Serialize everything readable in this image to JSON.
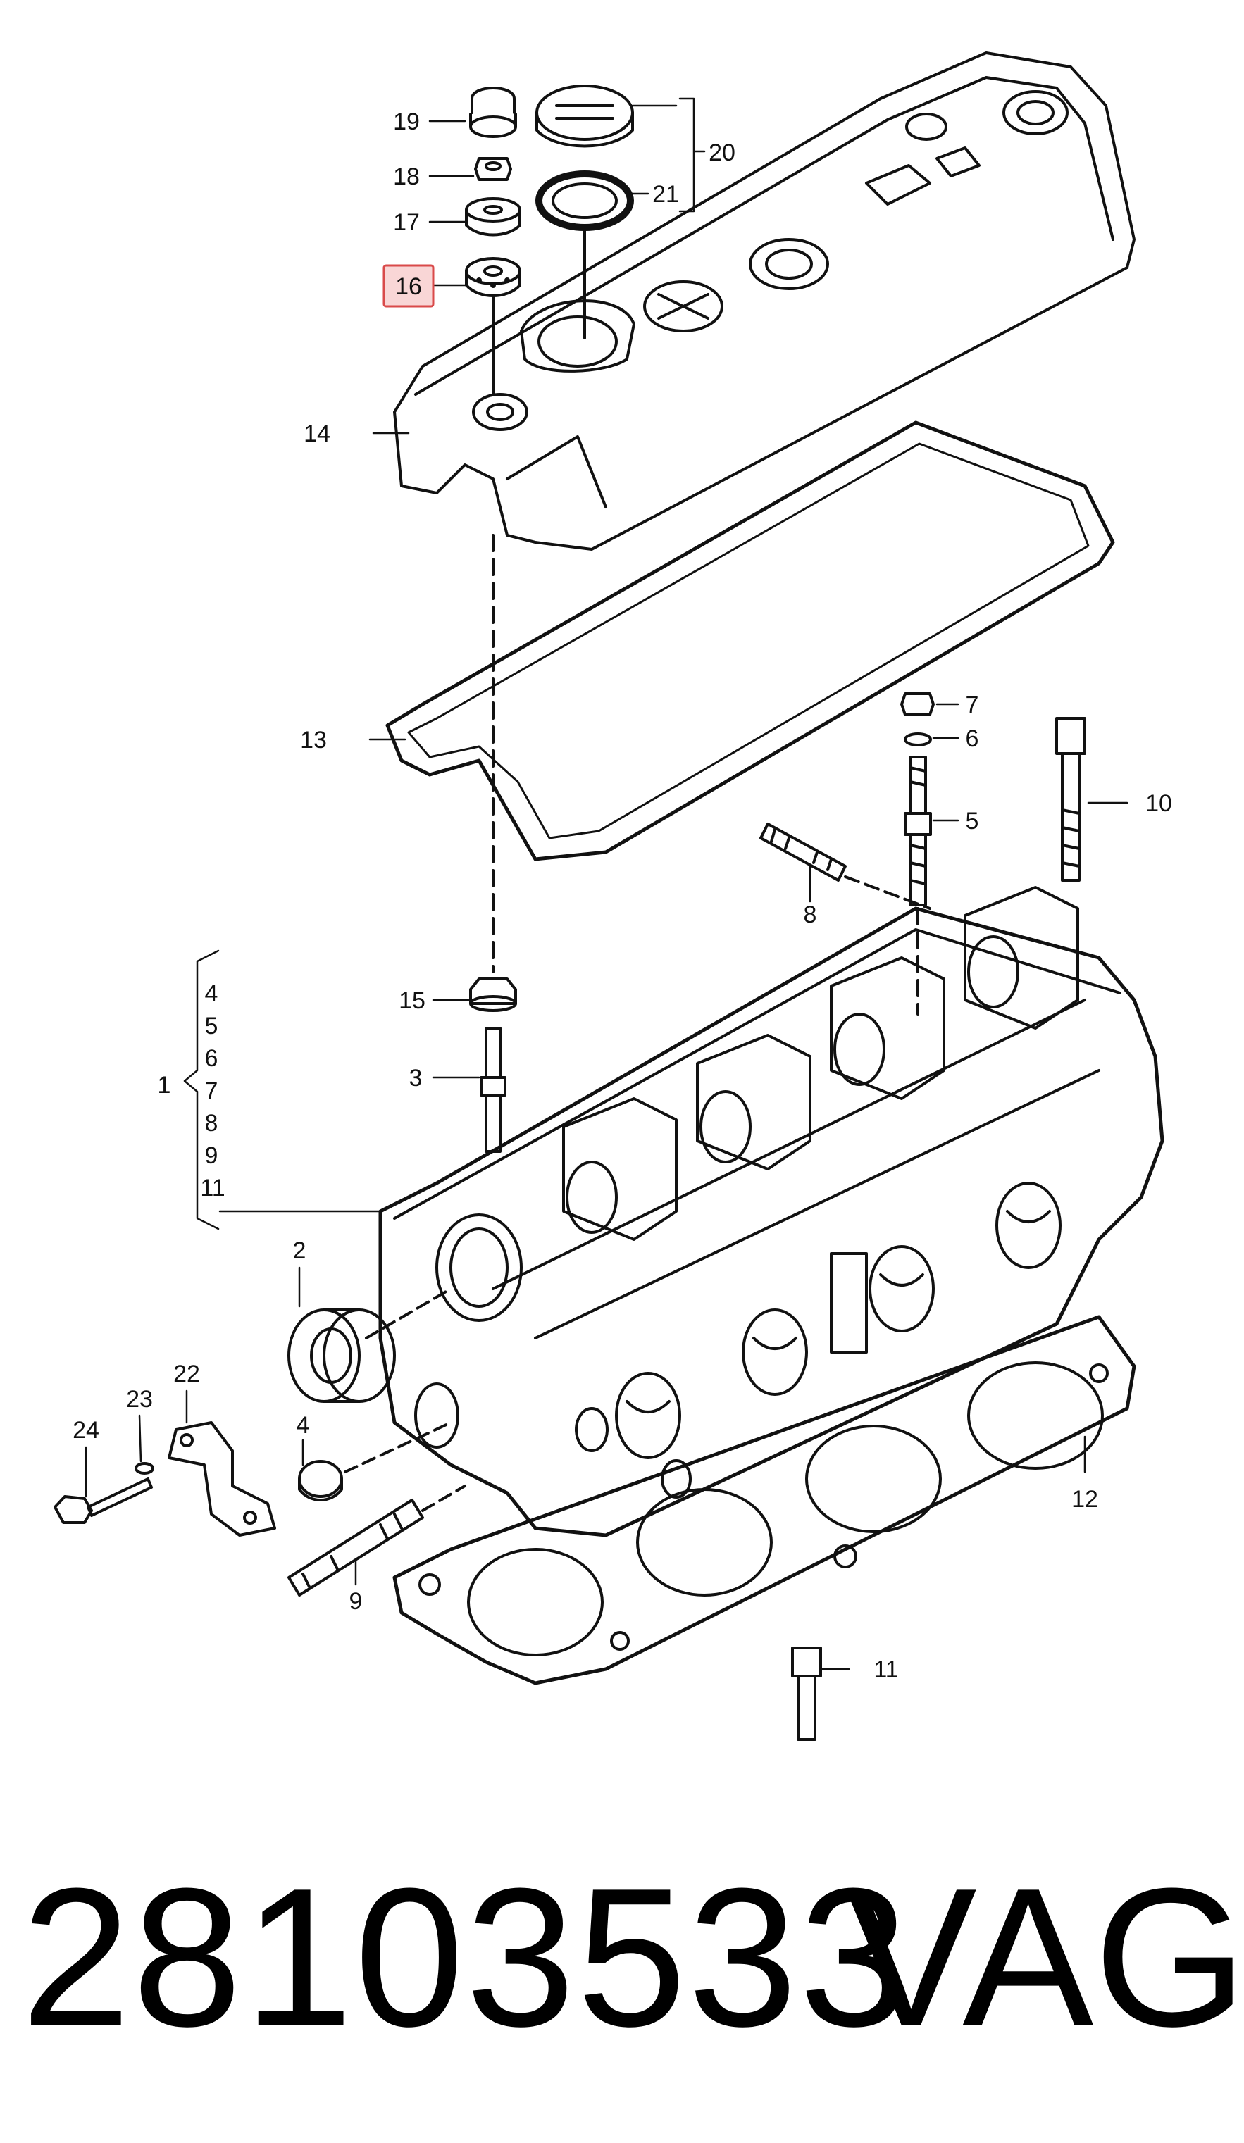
{
  "diagram": {
    "callouts": [
      {
        "id": "19",
        "label": "19"
      },
      {
        "id": "18",
        "label": "18"
      },
      {
        "id": "17",
        "label": "17"
      },
      {
        "id": "16",
        "label": "16",
        "highlighted": true
      },
      {
        "id": "20",
        "label": "20"
      },
      {
        "id": "21",
        "label": "21"
      },
      {
        "id": "14",
        "label": "14"
      },
      {
        "id": "13",
        "label": "13"
      },
      {
        "id": "7a",
        "label": "7"
      },
      {
        "id": "6a",
        "label": "6"
      },
      {
        "id": "5a",
        "label": "5"
      },
      {
        "id": "10",
        "label": "10"
      },
      {
        "id": "8a",
        "label": "8"
      },
      {
        "id": "15",
        "label": "15"
      },
      {
        "id": "3",
        "label": "3"
      },
      {
        "id": "2",
        "label": "2"
      },
      {
        "id": "4a",
        "label": "4"
      },
      {
        "id": "22",
        "label": "22"
      },
      {
        "id": "23",
        "label": "23"
      },
      {
        "id": "24",
        "label": "24"
      },
      {
        "id": "9a",
        "label": "9"
      },
      {
        "id": "12",
        "label": "12"
      },
      {
        "id": "11a",
        "label": "11"
      }
    ],
    "group": {
      "label": "1",
      "items": [
        "4",
        "5",
        "6",
        "7",
        "8",
        "9",
        "11"
      ]
    },
    "highlight_color": "#d94a4a"
  },
  "footer": {
    "part_number": "28103533",
    "brand": "VAG"
  }
}
